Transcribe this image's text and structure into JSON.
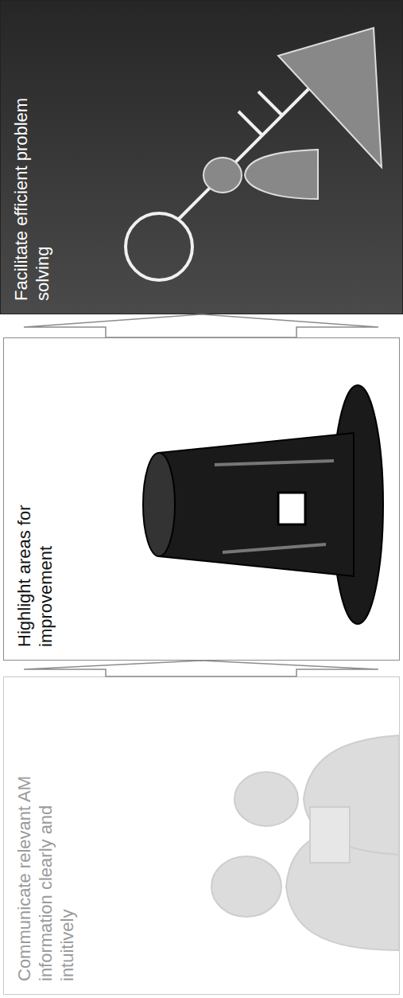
{
  "diagram": {
    "nodes": [
      {
        "text": [
          "Communicate relevant AM information clearly and intuitively"
        ]
      },
      {
        "text": [
          "Highlight areas for improvement"
        ]
      },
      {
        "text": [
          "Facilitate efficient problem solving"
        ]
      }
    ],
    "edges": [
      {
        "from": 0,
        "to": 1,
        "arrow": "to"
      },
      {
        "from": 1,
        "to": 2,
        "arrow": "to"
      }
    ]
  }
}
